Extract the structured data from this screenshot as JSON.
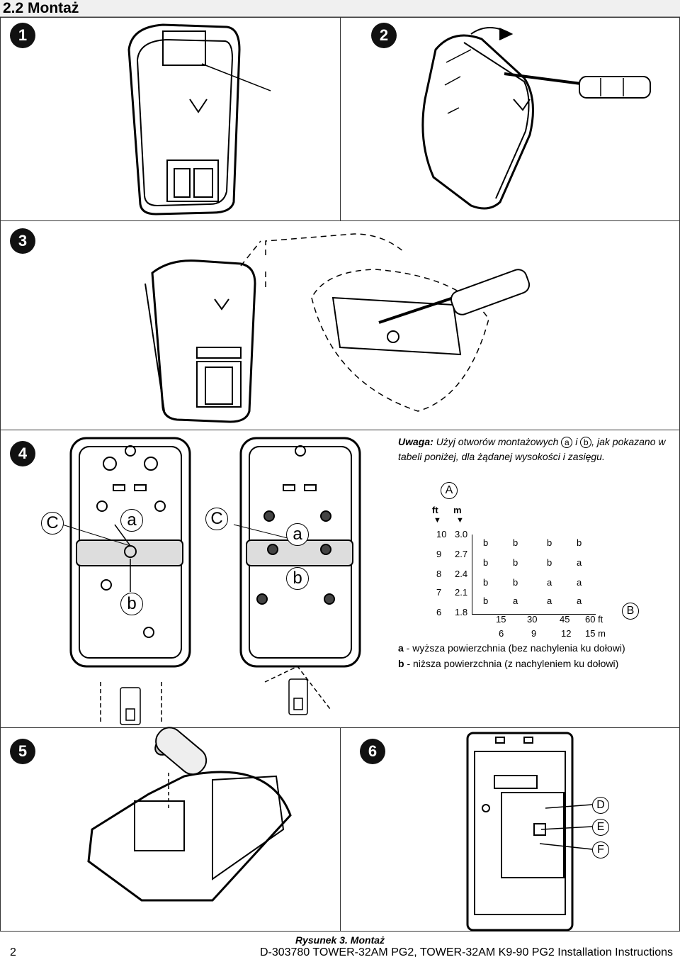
{
  "section_title": "2.2 Montaż",
  "steps": [
    "1",
    "2",
    "3",
    "4",
    "5",
    "6"
  ],
  "note": {
    "prefix": "Uwaga:",
    "text1": "Użyj otworów montażowych",
    "circle_a": "a",
    "conj": "i",
    "circle_b": "b",
    "text2": ", jak pokazano w tabeli poniżej, dla żądanej wysokości i zasięgu."
  },
  "callouts": {
    "A": "A",
    "B": "B",
    "C": "C",
    "D": "D",
    "E": "E",
    "F": "F",
    "a": "a",
    "b": "b"
  },
  "height_table": {
    "unit_ft": "ft",
    "unit_m": "m",
    "rows": [
      {
        "ft": "10",
        "m": "3.0",
        "cells": [
          "b",
          "b",
          "b",
          "b"
        ]
      },
      {
        "ft": "9",
        "m": "2.7",
        "cells": [
          "b",
          "b",
          "b",
          "a"
        ]
      },
      {
        "ft": "8",
        "m": "2.4",
        "cells": [
          "b",
          "b",
          "a",
          "a"
        ]
      },
      {
        "ft": "7",
        "m": "2.1",
        "cells": [
          "b",
          "a",
          "a",
          "a"
        ]
      },
      {
        "ft": "6",
        "m": "1.8",
        "cells": []
      }
    ],
    "range_ft": [
      "15",
      "30",
      "45",
      "60 ft"
    ],
    "range_m": [
      "6",
      "9",
      "12",
      "15 m"
    ]
  },
  "legend": {
    "a_key": "a",
    "a_text": " - wyższa powierzchnia (bez nachylenia ku dołowi)",
    "b_key": "b",
    "b_text": " - niższa powierzchnia (z nachyleniem ku dołowi)"
  },
  "caption": "Rysunek 3. Montaż",
  "page_number": "2",
  "doc_title": "D-303780 TOWER-32AM PG2, TOWER-32AM K9-90 PG2 Installation Instructions"
}
